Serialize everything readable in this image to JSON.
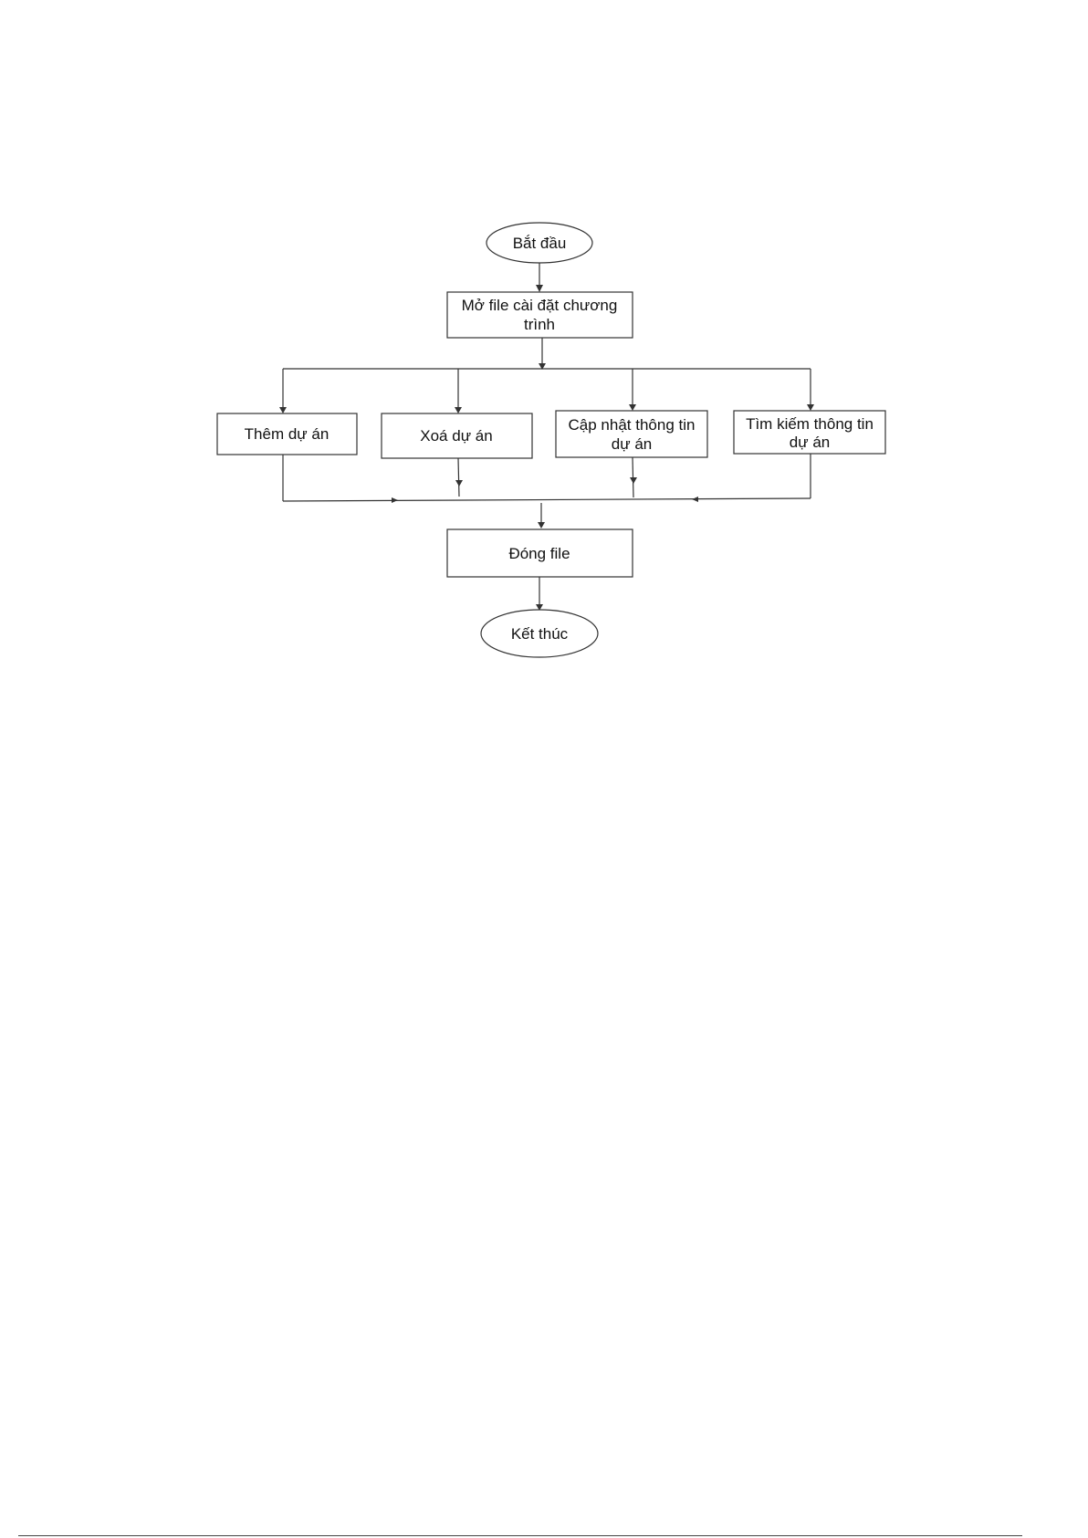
{
  "flowchart": {
    "start": "Bắt đầu",
    "open_file": [
      "Mở file cài đặt chương",
      "trình"
    ],
    "actions": [
      [
        "Thêm dự án"
      ],
      [
        "Xoá dự án"
      ],
      [
        "Cập nhật thông tin",
        "dự án"
      ],
      [
        "Tìm kiếm thông tin",
        "dự án"
      ]
    ],
    "close_file": "Đóng file",
    "end": "Kết thúc"
  }
}
